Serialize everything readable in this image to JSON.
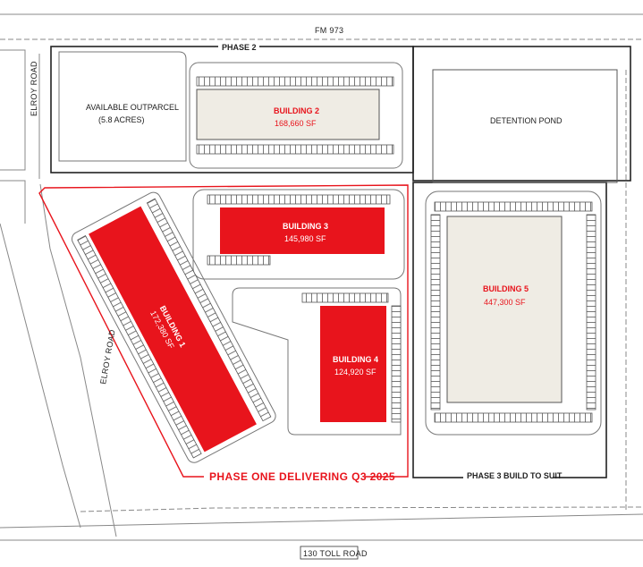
{
  "colors": {
    "accent_red": "#e8141c",
    "building_gray": "#efece4",
    "outline": "#333333",
    "road_line": "#777777"
  },
  "roads": {
    "fm973": "FM 973",
    "elroy_top": "ELROY ROAD",
    "elroy_bottom": "ELROY ROAD",
    "toll_130": "130 TOLL ROAD"
  },
  "phases": {
    "phase2": "PHASE 2",
    "phase1": "PHASE ONE DELIVERING Q3 2025",
    "phase3": "PHASE 3 BUILD TO SUIT"
  },
  "outparcel": {
    "line1": "AVAILABLE OUTPARCEL",
    "line2": "(5.8 ACRES)"
  },
  "detention": "DETENTION POND",
  "buildings": [
    {
      "name": "BUILDING 1",
      "sf": "172,380 SF",
      "status": "phase-one"
    },
    {
      "name": "BUILDING 2",
      "sf": "168,660 SF",
      "status": "phase-two"
    },
    {
      "name": "BUILDING 3",
      "sf": "145,980 SF",
      "status": "phase-one"
    },
    {
      "name": "BUILDING 4",
      "sf": "124,920 SF",
      "status": "phase-one"
    },
    {
      "name": "BUILDING 5",
      "sf": "447,300 SF",
      "status": "phase-three"
    }
  ]
}
